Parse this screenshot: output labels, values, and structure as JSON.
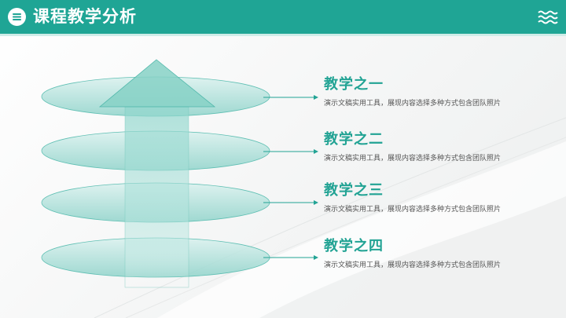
{
  "header": {
    "title": "课程教学分析",
    "icon": "list-icon",
    "right_icon": "wave-menu-icon",
    "color": "#1fa595"
  },
  "diagram": {
    "type": "stacked-discs-with-up-arrow",
    "accent": "#22a394",
    "items": [
      {
        "title": "教学之一",
        "desc": "演示文稿实用工具，展现内容选择多种方式包含团队照片"
      },
      {
        "title": "教学之二",
        "desc": "演示文稿实用工具，展现内容选择多种方式包含团队照片"
      },
      {
        "title": "教学之三",
        "desc": "演示文稿实用工具，展现内容选择多种方式包含团队照片"
      },
      {
        "title": "教学之四",
        "desc": "演示文稿实用工具，展现内容选择多种方式包含团队照片"
      }
    ]
  }
}
